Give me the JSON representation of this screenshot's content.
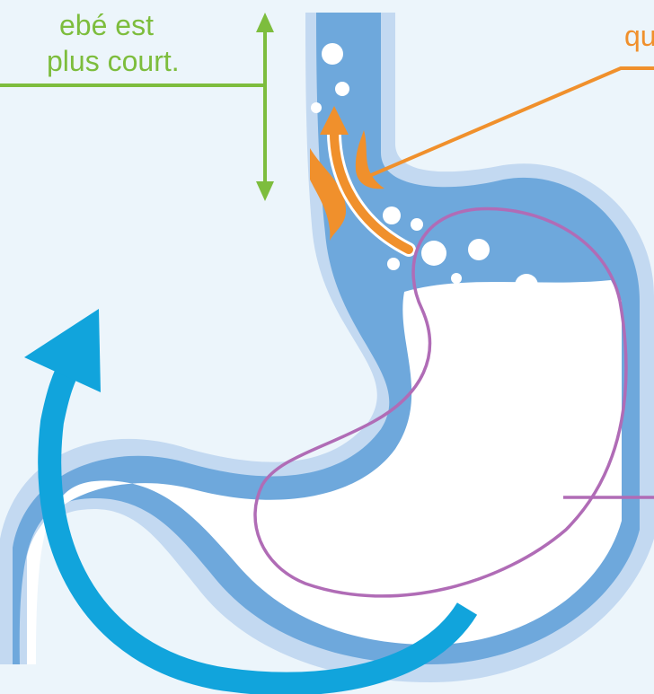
{
  "labels": {
    "esophagus_line1": "ebé est",
    "esophagus_line2": "plus court.",
    "sphincter": "qu"
  },
  "colors": {
    "background": "#ecf5fb",
    "outer_wall": "#c3d9f1",
    "inner_wall": "#6ea8dc",
    "lumen": "#ffffff",
    "green_annotation": "#7dbd3d",
    "orange_annotation": "#f0902c",
    "purple_annotation": "#b06cb6",
    "motion_arrow": "#11a4dc"
  },
  "icons": {
    "length_arrow": "double-headed-vertical-arrow",
    "reflux_arrow": "upward-curved-arrow",
    "motion_arrow": "large-curved-arrow"
  }
}
